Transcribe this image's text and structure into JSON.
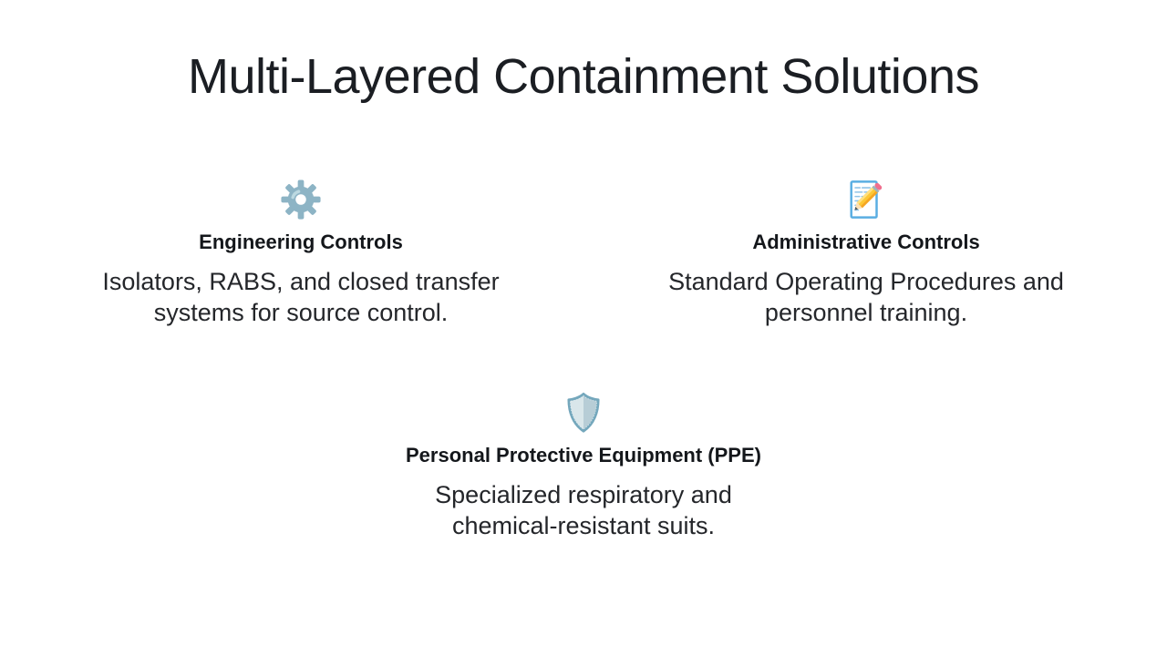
{
  "slide": {
    "title": "Multi-Layered Containment Solutions",
    "items": [
      {
        "icon": "gear-icon",
        "heading": "Engineering Controls",
        "description": "Isolators, RABS, and closed transfer systems for source control."
      },
      {
        "icon": "memo-pencil-icon",
        "heading": "Administrative Controls",
        "description": "Standard Operating Procedures and personnel training."
      },
      {
        "icon": "shield-icon",
        "heading": "Personal Protective Equipment (PPE)",
        "description": "Specialized respiratory and chemical-resistant suits."
      }
    ],
    "colors": {
      "background": "#ffffff",
      "title_text": "#1b1e23",
      "body_text": "#24262a",
      "gear_blue": "#8db4c5",
      "gear_highlight": "#bcd9e1",
      "memo_border": "#5aaee2",
      "memo_lines": "#8fc3e8",
      "pencil_yellow": "#fdc835",
      "pencil_eraser_pink": "#f06e8e",
      "shield_fill_light": "#d9e6ea",
      "shield_fill_dark": "#b7cdd6",
      "shield_border": "#74a7bc"
    }
  }
}
